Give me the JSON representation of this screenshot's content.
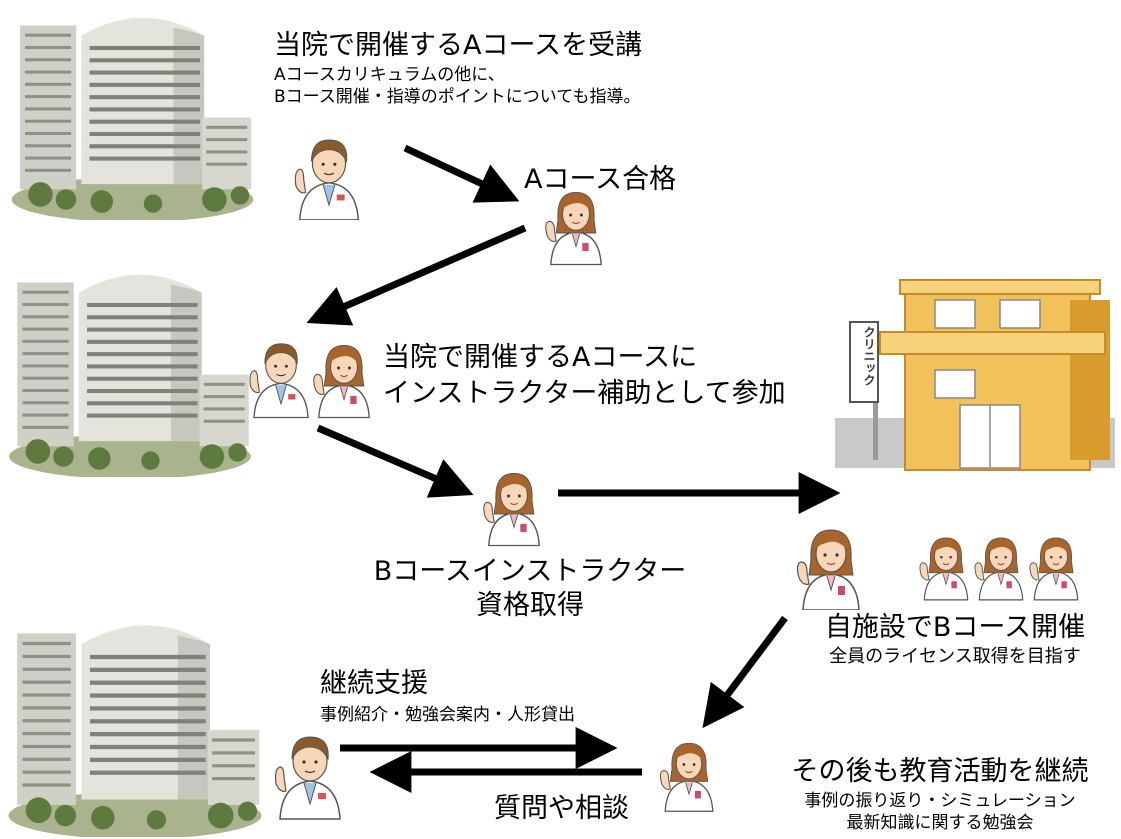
{
  "steps": {
    "a_course": {
      "title": "当院で開催するAコースを受講",
      "line1": "Aコースカリキュラムの他に、",
      "line2": "Bコース開催・指導のポイントについても指導。"
    },
    "a_pass": {
      "title": "Aコース合格"
    },
    "assist": {
      "line1": "当院で開催するAコースに",
      "line2": "インストラクター補助として参加"
    },
    "b_instructor": {
      "line1": "Bコースインストラクター",
      "line2": "資格取得"
    },
    "own_facility": {
      "title": "自施設でBコース開催",
      "sub": "全員のライセンス取得を目指す"
    },
    "support": {
      "title": "継続支援",
      "sub": "事例紹介・勉強会案内・人形貸出"
    },
    "questions": {
      "title": "質問や相談"
    },
    "continue": {
      "title": "その後も教育活動を継続",
      "line1": "事例の振り返り・シミュレーション",
      "line2": "最新知識に関する勉強会"
    }
  },
  "clinic_sign": "クリニック",
  "colors": {
    "arrow": "#000000",
    "building": "#f2c25a",
    "building_shade": "#d99a2e",
    "hospital": "#d8d8d0",
    "coat": "#ffffff",
    "hair_female": "#a8642a",
    "hair_male": "#8a5a2a",
    "skin": "#f7d7b8"
  }
}
